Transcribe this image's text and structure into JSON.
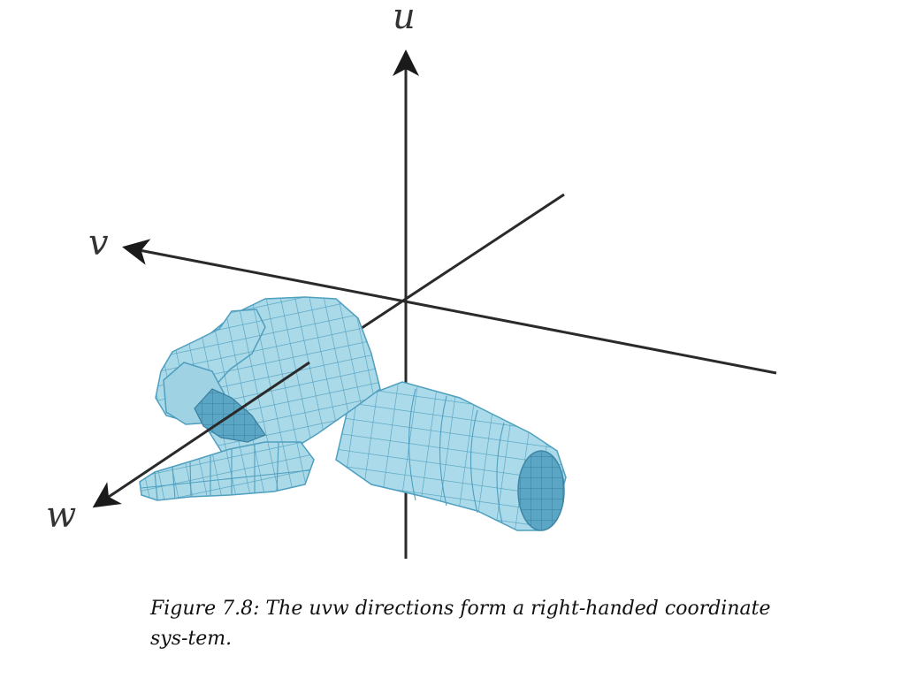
{
  "figure": {
    "axes": {
      "u_label": "u",
      "v_label": "v",
      "w_label": "w"
    },
    "colors": {
      "axis": "#2a2a2a",
      "hand_fill": "#a9d8e7",
      "hand_mesh": "#4f9fbf",
      "hand_shadow": "#5aa3c0",
      "hand_dark": "#3f86a6"
    },
    "object_icon": "wireframe-hand-icon"
  },
  "caption": {
    "text": "Figure 7.8: The uvw directions form a right-handed coordinate sys-tem."
  }
}
